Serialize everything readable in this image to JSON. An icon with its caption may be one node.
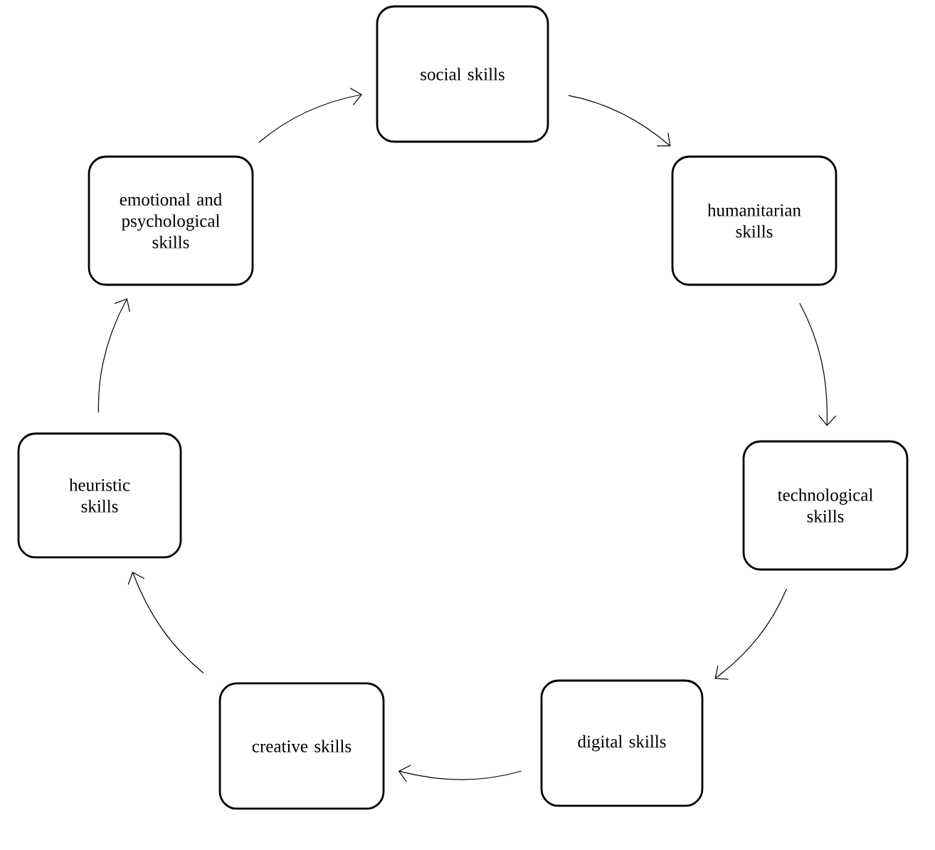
{
  "diagram": {
    "nodes": [
      {
        "text": [
          "social skills"
        ]
      },
      {
        "text": [
          "humanitarian skills"
        ]
      },
      {
        "text": [
          "technological skills"
        ]
      },
      {
        "text": [
          "digital skills"
        ]
      },
      {
        "text": [
          "creative skills"
        ]
      },
      {
        "text": [
          "heuristic skills"
        ]
      },
      {
        "text": [
          "emotional and psychological skills"
        ]
      }
    ],
    "edges": [
      {
        "from": 6,
        "to": 0,
        "arrow": "to"
      },
      {
        "from": 0,
        "to": 1,
        "arrow": "to"
      },
      {
        "from": 1,
        "to": 2,
        "arrow": "to"
      },
      {
        "from": 2,
        "to": 3,
        "arrow": "to"
      },
      {
        "from": 3,
        "to": 4,
        "arrow": "to"
      },
      {
        "from": 4,
        "to": 5,
        "arrow": "to"
      },
      {
        "from": 5,
        "to": 6,
        "arrow": "to"
      }
    ]
  }
}
